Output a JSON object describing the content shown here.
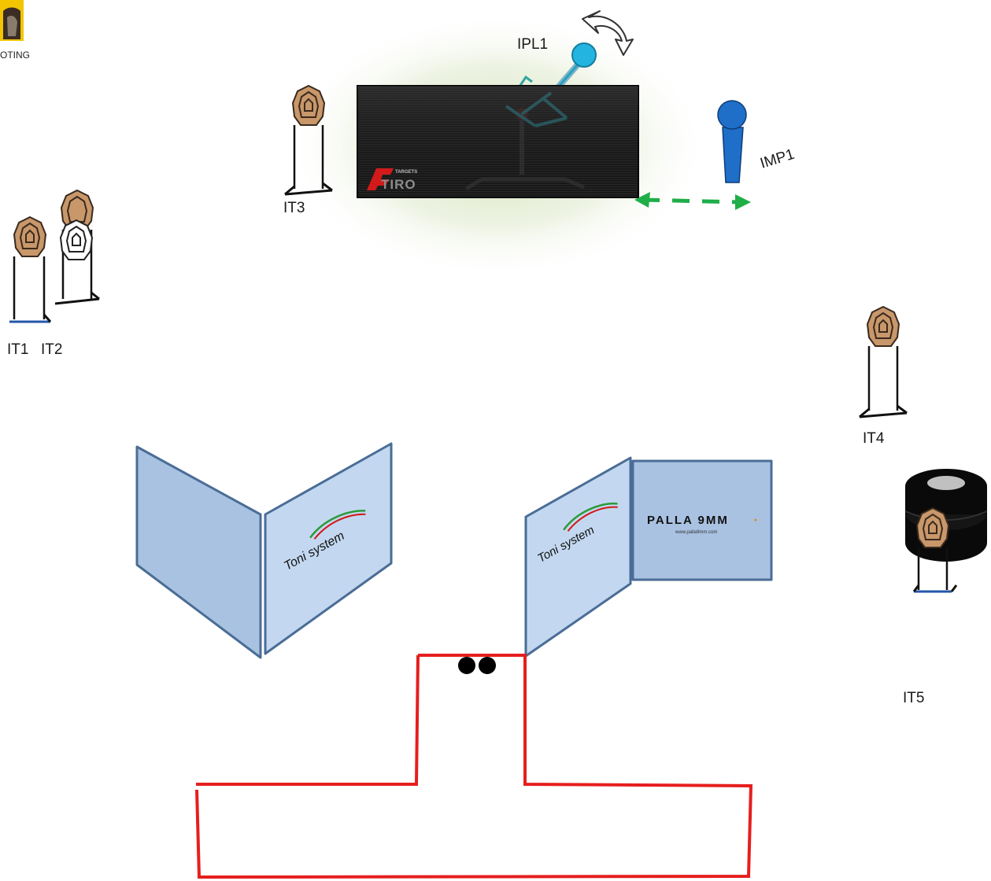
{
  "logo_fragment": "OTING",
  "targets": {
    "it1": "IT1",
    "it2": "IT2",
    "it3": "IT3",
    "it4": "IT4",
    "it5": "IT5"
  },
  "props": {
    "ipl1": "IPL1",
    "imp1": "IMP1"
  },
  "sponsors": {
    "tiro_small": "TARGETS",
    "tiro_main": "TIRO",
    "toni_left": "Toni system",
    "toni_right": "Toni system",
    "palla_main": "PALLA 9MM",
    "palla_url": "www.palla9mm.com"
  },
  "colors": {
    "target_fill": "#c8976a",
    "target_stroke": "#3a2a1e",
    "panel_front": "#c3d8f0",
    "panel_side": "#a9c2e2",
    "panel_stroke": "#4a6d96",
    "shooting_area": "#e61e1e",
    "popper_blue": "#1f6fc9",
    "plate_cyan": "#23b5e0",
    "move_arrow": "#1fae48",
    "tire": "#0a0a0a"
  }
}
